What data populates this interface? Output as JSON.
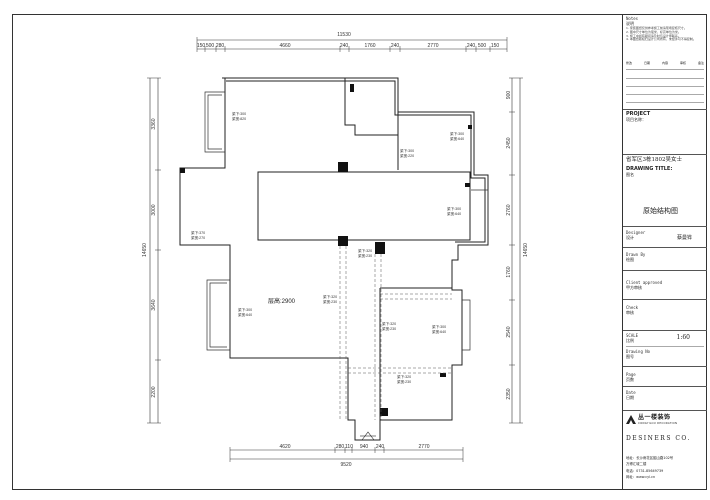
{
  "title_block": {
    "notes_title": "Notes",
    "notes_sub": "说明",
    "notes": [
      "1. 家装图纸仅供参考施工前请现场复核尺寸。",
      "2. 图中尺寸单位为毫米，标高单位为米。",
      "3. 施工中如有疑问请及时与设计师联系。",
      "4. 本图纸版权归设计公司所有，未经许可不得复制。"
    ],
    "revision_headers": [
      "修改",
      "日期",
      "内容",
      "审核",
      "备注"
    ],
    "project_label": "PROJECT",
    "project_sub": "项目名称：",
    "project_name": "省军区3栋1802吴女士",
    "drawing_title_label": "DRAWING TITLE:",
    "drawing_title_sub": "图名",
    "drawing_title": "原始结构图",
    "designer_label": "Designer",
    "designer_sub": "设计",
    "designer_name": "蔡曼铧",
    "drawn_label": "Drawn By",
    "drawn_sub": "绘图",
    "client_label": "Client approved",
    "client_sub": "甲方审核",
    "check_label": "Check",
    "check_sub": "审核",
    "scale_label": "SCALE",
    "scale_sub": "比例",
    "scale_value": "1:60",
    "drawing_no_label": "Drawing No",
    "drawing_no_sub": "图号",
    "page_label": "Page",
    "page_sub": "页数",
    "date_label": "Date",
    "date_sub": "日期",
    "company_logo": "丛一楼装饰",
    "company_logo_en": "CONGYILOU DECORATION",
    "company_name": "DESINERS CO.",
    "address": "地址：长沙雨花区韶山路102号",
    "address2": "万博汇城二楼",
    "phone": "电话：0731-85649739",
    "website": "网址：www.cyl.cn"
  },
  "dimensions": {
    "top_total": "11530",
    "top_segments": [
      "150",
      "500",
      "280",
      "4660",
      "240",
      "1760",
      "240",
      "2770",
      "240",
      "500",
      "150"
    ],
    "bottom_total": "9520",
    "bottom_segments": [
      "4620",
      "280",
      "110",
      "940",
      "240",
      "2770"
    ],
    "left_total": "14650",
    "left_segments": [
      "3360",
      "3000",
      "3640",
      "2200"
    ],
    "right_total": "14650",
    "right_segments": [
      "900",
      "2450",
      "2760",
      "1760",
      "2540",
      "2350"
    ]
  },
  "rooms": {
    "ceiling_height": "层高:2900",
    "labels": [
      [
        "梁下:300",
        "梁宽:820"
      ],
      [
        "梁下:300",
        "梁宽:640"
      ],
      [
        "梁下:300",
        "梁宽:220"
      ],
      [
        "梁下:300",
        "梁宽:640"
      ],
      [
        "梁下:370",
        "梁宽:270"
      ],
      [
        "梁下:320",
        "梁宽:230"
      ],
      [
        "梁下:300",
        "梁宽:640"
      ],
      [
        "梁下:320",
        "梁宽:230"
      ],
      [
        "梁下:320",
        "梁宽:230"
      ],
      [
        "梁下:300",
        "梁宽:640"
      ],
      [
        "梁下:320",
        "梁宽:230"
      ]
    ]
  }
}
